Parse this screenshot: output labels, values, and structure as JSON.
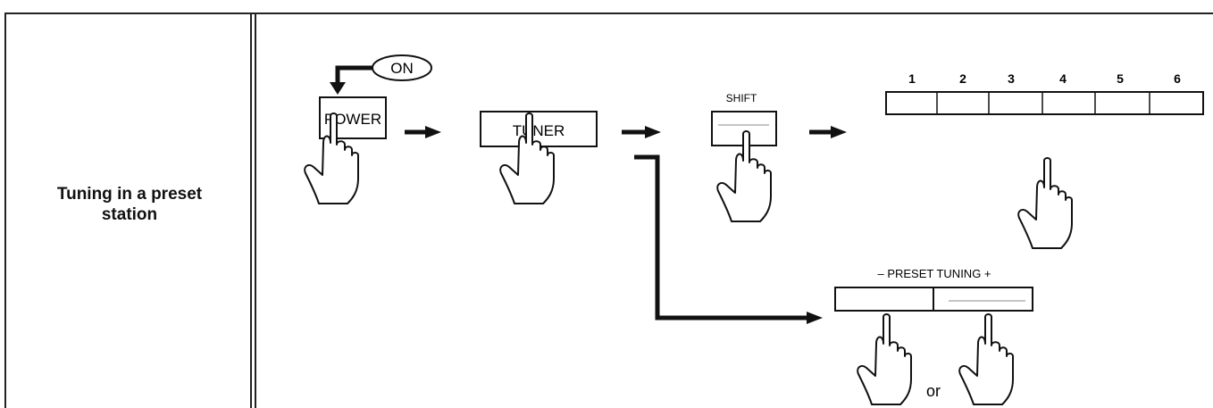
{
  "title": "Tuning in a preset station",
  "steps": {
    "on_label": "ON",
    "power_label": "POWER",
    "tuner_label": "TUNER",
    "shift_label": "SHIFT",
    "preset_tuning_label": "– PRESET TUNING +",
    "or_label": "or"
  },
  "preset_numbers": [
    "1",
    "2",
    "3",
    "4",
    "5",
    "6"
  ]
}
